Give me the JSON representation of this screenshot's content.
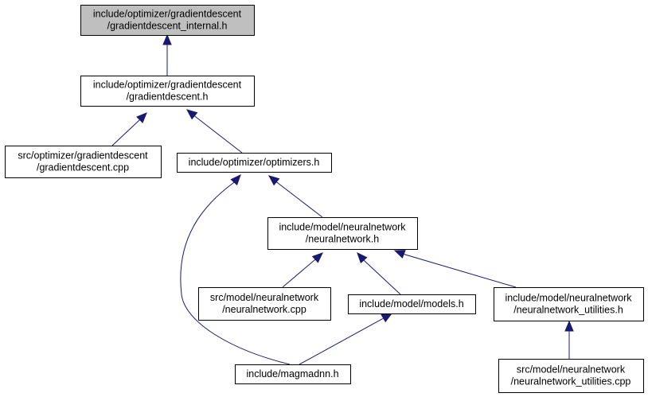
{
  "diagram": {
    "type": "include-dependency-graph",
    "colors": {
      "edge": "#191970",
      "node_border": "#000000",
      "node_fill": "#ffffff",
      "highlight_fill": "#bfbfbf"
    },
    "nodes": [
      {
        "id": "gd_internal",
        "lines": [
          "include/optimizer/gradientdescent",
          "/gradientdescent_internal.h"
        ],
        "highlight": true
      },
      {
        "id": "gd_h",
        "lines": [
          "include/optimizer/gradientdescent",
          "/gradientdescent.h"
        ],
        "highlight": false
      },
      {
        "id": "gd_cpp",
        "lines": [
          "src/optimizer/gradientdescent",
          "/gradientdescent.cpp"
        ],
        "highlight": false
      },
      {
        "id": "optimizers_h",
        "lines": [
          "include/optimizer/optimizers.h"
        ],
        "highlight": false
      },
      {
        "id": "nn_h",
        "lines": [
          "include/model/neuralnetwork",
          "/neuralnetwork.h"
        ],
        "highlight": false
      },
      {
        "id": "nn_cpp",
        "lines": [
          "src/model/neuralnetwork",
          "/neuralnetwork.cpp"
        ],
        "highlight": false
      },
      {
        "id": "models_h",
        "lines": [
          "include/model/models.h"
        ],
        "highlight": false
      },
      {
        "id": "nnu_h",
        "lines": [
          "include/model/neuralnetwork",
          "/neuralnetwork_utilities.h"
        ],
        "highlight": false
      },
      {
        "id": "magmadnn_h",
        "lines": [
          "include/magmadnn.h"
        ],
        "highlight": false
      },
      {
        "id": "nnu_cpp",
        "lines": [
          "src/model/neuralnetwork",
          "/neuralnetwork_utilities.cpp"
        ],
        "highlight": false
      }
    ],
    "edges": [
      {
        "from": "gd_h",
        "to": "gd_internal"
      },
      {
        "from": "gd_cpp",
        "to": "gd_h"
      },
      {
        "from": "optimizers_h",
        "to": "gd_h"
      },
      {
        "from": "nn_h",
        "to": "optimizers_h"
      },
      {
        "from": "magmadnn_h",
        "to": "optimizers_h"
      },
      {
        "from": "nn_cpp",
        "to": "nn_h"
      },
      {
        "from": "models_h",
        "to": "nn_h"
      },
      {
        "from": "nnu_h",
        "to": "nn_h"
      },
      {
        "from": "magmadnn_h",
        "to": "models_h"
      },
      {
        "from": "nnu_cpp",
        "to": "nnu_h"
      }
    ]
  }
}
